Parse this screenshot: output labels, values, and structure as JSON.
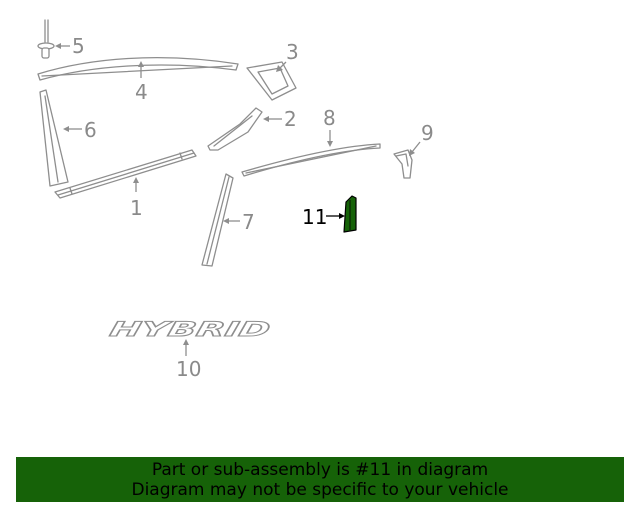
{
  "callouts": {
    "c1": "1",
    "c2": "2",
    "c3": "3",
    "c4": "4",
    "c5": "5",
    "c6": "6",
    "c7": "7",
    "c8": "8",
    "c9": "9",
    "c10": "10",
    "c11": "11"
  },
  "emblem_text": "HYBRID",
  "footer": {
    "line1": "Part or sub-assembly is #11 in diagram",
    "line2": "Diagram may not be specific to your vehicle"
  },
  "colors": {
    "highlight": "#166208",
    "line": "#8e8e8e",
    "footer_bg": "#166208"
  }
}
